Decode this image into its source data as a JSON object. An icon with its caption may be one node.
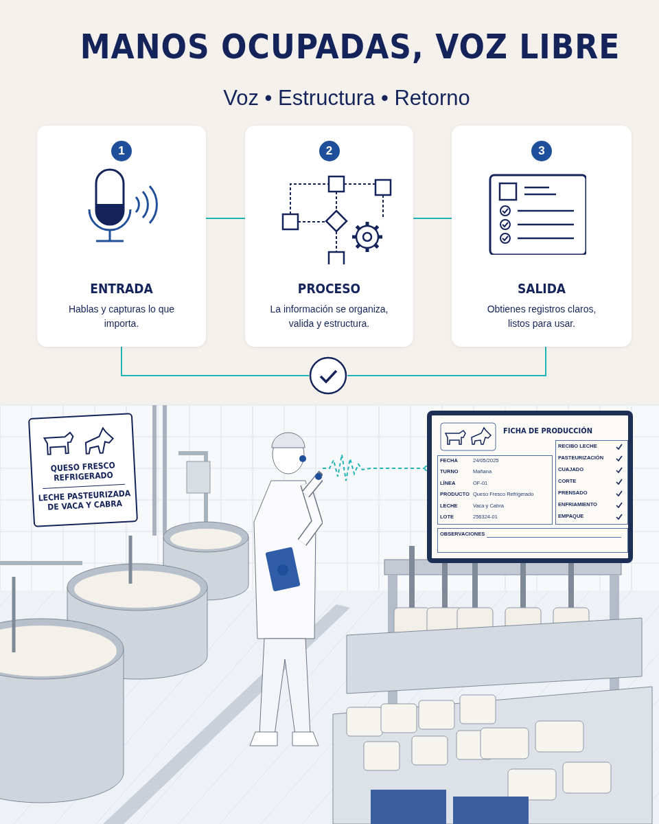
{
  "diagram": {
    "title": "MANOS OCUPADAS, VOZ LIBRE",
    "nodes": [
      {
        "text": [
          "1",
          "ENTRADA",
          "Hablas y capturas lo que importa."
        ]
      },
      {
        "text": [
          "2",
          "PROCESO",
          "La información se organiza, valida y estructura."
        ]
      },
      {
        "text": [
          "3",
          "SALIDA",
          "Obtienes registros claros, listos para usar."
        ]
      },
      {
        "text": [],
        "shape": "circle"
      },
      {
        "text": [
          "QUESO FRESCO REFRIGERADO",
          "LECHE PASTEURIZADA DE VACA Y CABRA"
        ]
      },
      {
        "text": [],
        "shape": "person"
      },
      {
        "text": [
          "FICHA DE PRODUCCIÓN"
        ]
      }
    ],
    "edges": [
      {
        "from": 0,
        "to": 1,
        "arrow": "none"
      },
      {
        "from": 1,
        "to": 2,
        "arrow": "none"
      },
      {
        "from": 0,
        "to": 3,
        "arrow": "none"
      },
      {
        "from": 2,
        "to": 3,
        "arrow": "none"
      },
      {
        "from": 5,
        "to": 6,
        "arrow": "other",
        "style": "dashed"
      }
    ],
    "labels": [
      "Voz • Estructura • Retorno",
      "FECHA",
      "24/05/2025",
      "TURNO",
      "Mañana",
      "LÍNEA",
      "OF-01",
      "PRODUCTO",
      "Queso Fresco Refrigerado",
      "LECHE",
      "Vaca y Cabra",
      "LOTE",
      "256324-01",
      "RECIBO LECHE",
      "PASTEURIZACIÓN",
      "CUAJADO",
      "CORTE",
      "PRENSADO",
      "ENFRIAMIENTO",
      "EMPAQUE",
      "OBSERVACIONES"
    ]
  }
}
